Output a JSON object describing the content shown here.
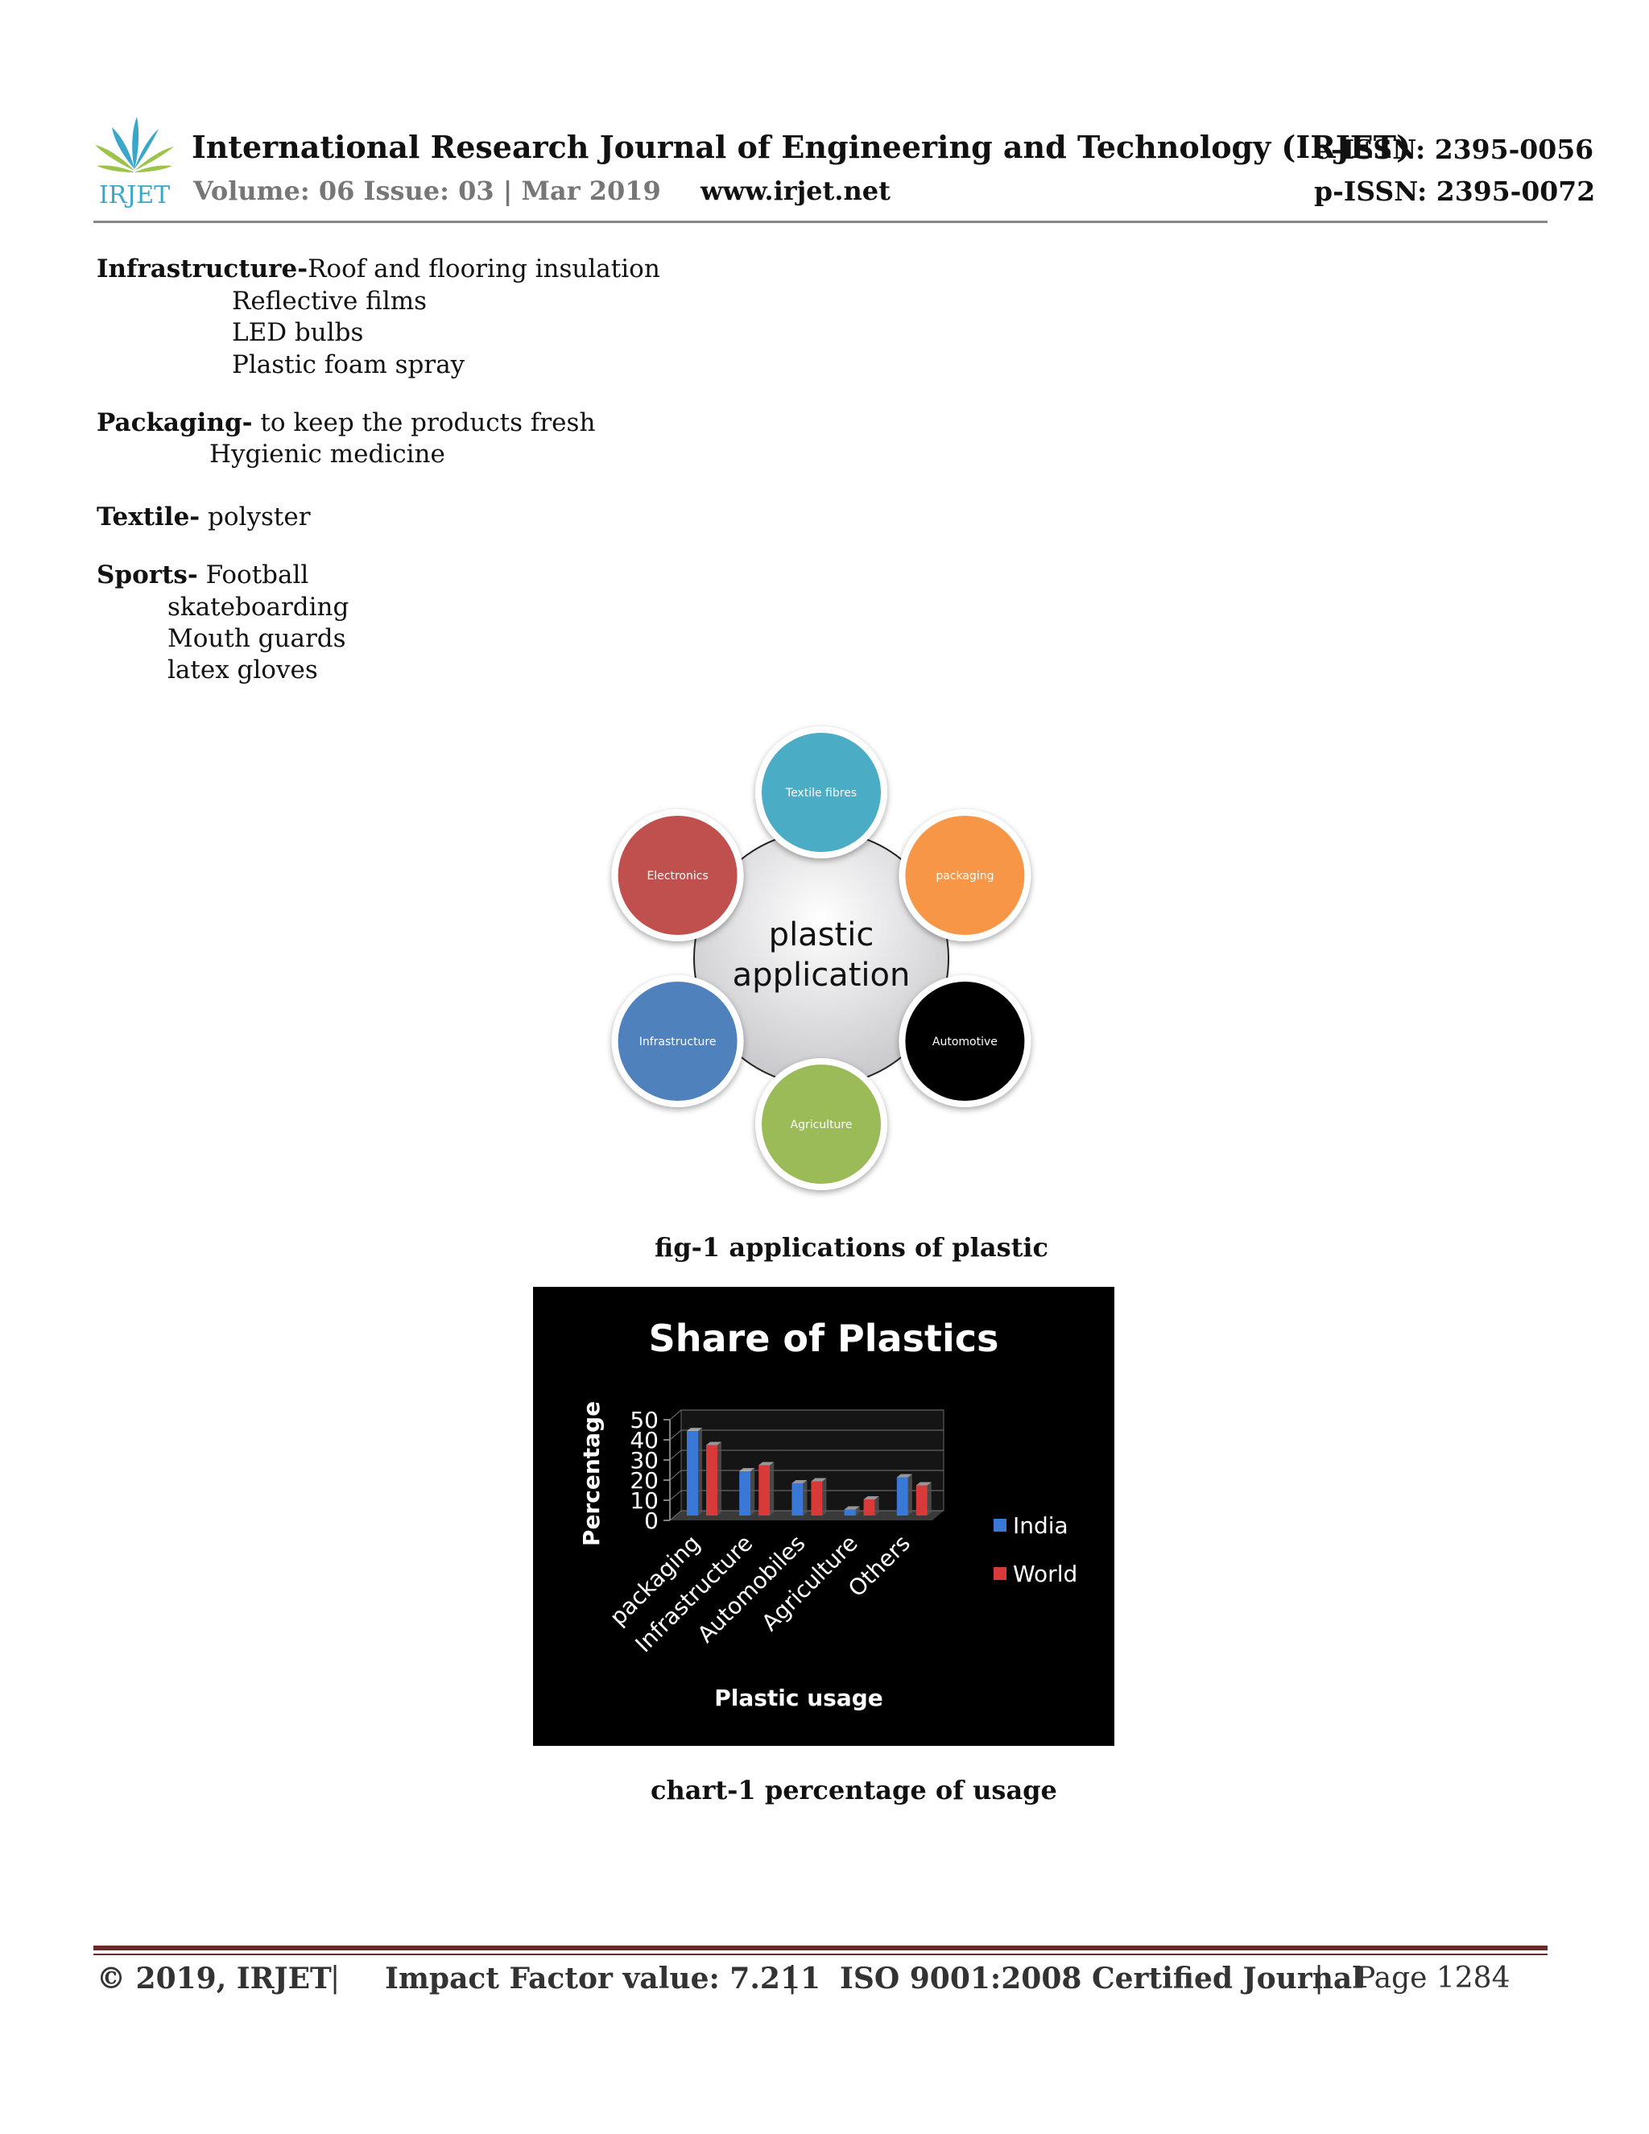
{
  "header": {
    "journal_title": "International Research Journal of Engineering and Technology (IRJET)",
    "volume_issue": "Volume: 06 Issue: 03 | Mar 2019",
    "website": "www.irjet.net",
    "e_issn": "e-ISSN: 2395-0056",
    "p_issn": "p-ISSN: 2395-0072",
    "logo_text": "IRJET"
  },
  "list": {
    "infrastructure": {
      "label": "Infrastructure-",
      "first": "Roof and flooring insulation",
      "items": [
        "Reflective films",
        "LED bulbs",
        "Plastic foam spray"
      ]
    },
    "packaging": {
      "label": "Packaging-",
      "first": " to keep the products fresh",
      "items": [
        "Hygienic medicine"
      ]
    },
    "textile": {
      "label": "Textile-",
      "first": " polyster"
    },
    "sports": {
      "label": "Sports-",
      "first": " Football",
      "items": [
        "skateboarding",
        "Mouth guards",
        "latex gloves"
      ]
    }
  },
  "diagram": {
    "center_line1": "plastic",
    "center_line2": "application",
    "nodes": [
      {
        "label": "Textile fibres",
        "color": "#4bacc6"
      },
      {
        "label": "packaging",
        "color": "#f79646"
      },
      {
        "label": "Automotive",
        "color": "#000000"
      },
      {
        "label": "Agriculture",
        "color": "#9bbb59"
      },
      {
        "label": "Infrastructure",
        "color": "#4f81bd"
      },
      {
        "label": "Electronics",
        "color": "#c0504d"
      }
    ],
    "caption": "fig-1 applications of plastic"
  },
  "chart_data": {
    "type": "bar",
    "title": "Share of Plastics",
    "xlabel": "Plastic usage",
    "ylabel": "Percentage",
    "categories": [
      "packaging",
      "Infrastructure",
      "Automobiles",
      "Agriculture",
      "Others"
    ],
    "yticks": [
      "0",
      "10",
      "20",
      "30",
      "40",
      "50"
    ],
    "ylim": [
      0,
      50
    ],
    "grid": true,
    "legend_position": "right",
    "series": [
      {
        "name": "India",
        "values": [
          42,
          22,
          16,
          3,
          19
        ],
        "color": "#3a78d8"
      },
      {
        "name": "World",
        "values": [
          35,
          25,
          17,
          8,
          15
        ],
        "color": "#d83a3a"
      }
    ]
  },
  "chart_caption": "chart-1 percentage of usage",
  "footer": {
    "copyright": "© 2019, IRJET",
    "sep": "|",
    "impact": "Impact Factor value: 7.211",
    "iso": "ISO 9001:2008 Certified Journal",
    "page": "Page 1284"
  }
}
